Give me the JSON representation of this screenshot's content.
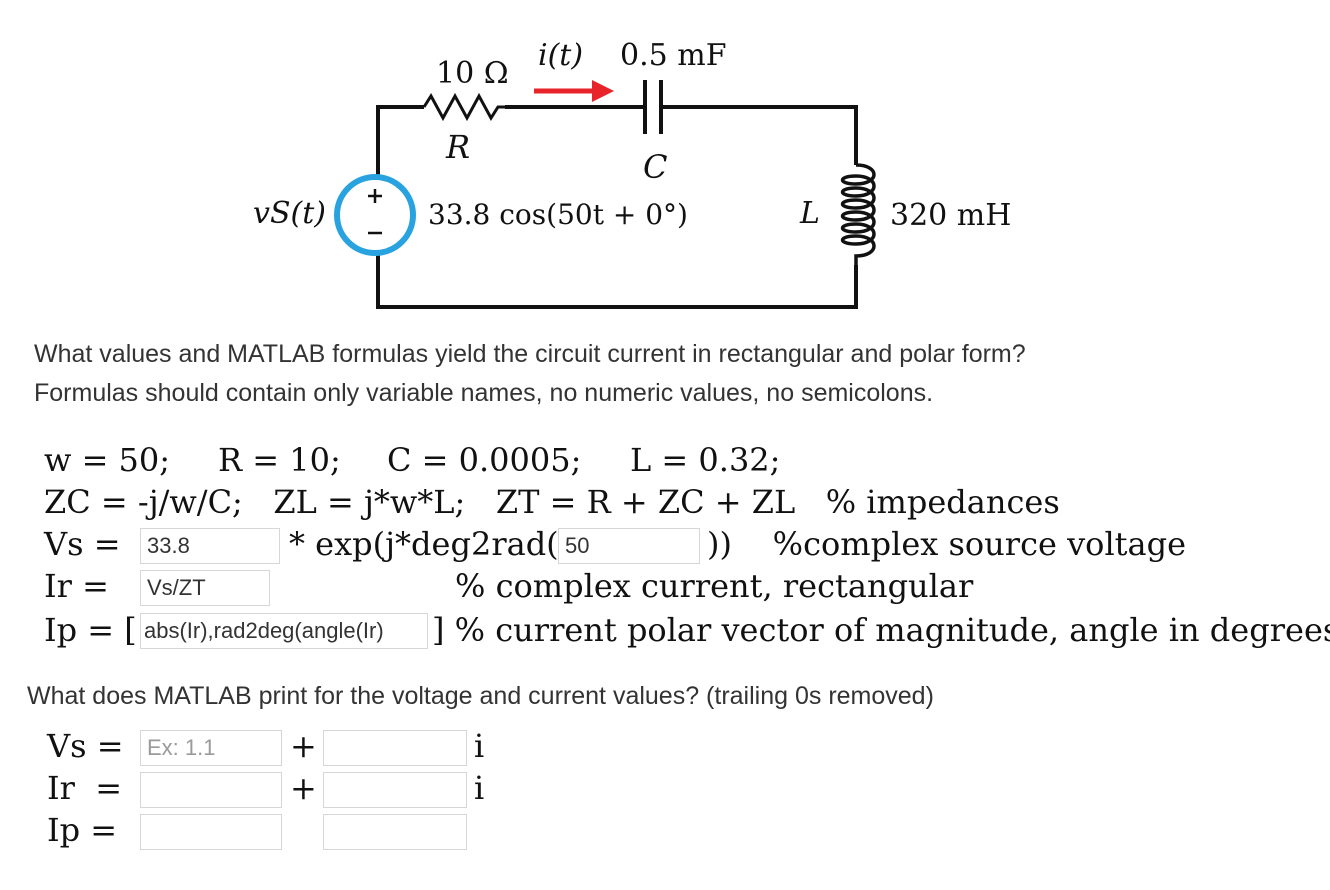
{
  "circuit": {
    "resistor_value": "10 Ω",
    "resistor_label": "R",
    "current_label": "i(t)",
    "capacitor_value": "0.5 mF",
    "capacitor_label": "C",
    "source_label": "vS(t)",
    "source_expression": "33.8 cos(50t + 0°)",
    "inductor_label": "L",
    "inductor_value": "320 mH",
    "arrow_color": "#e8232a",
    "source_color": "#29a3e0"
  },
  "question1": {
    "line1": "What values and MATLAB formulas yield the circuit current in rectangular and polar form?",
    "line2": "Formulas should contain only variable names, no numeric values, no semicolons."
  },
  "code": {
    "w": "w = 50;",
    "R": "R = 10;",
    "C": "C  = 0.0005;",
    "L": "L = 0.32;",
    "line2": "ZC = -j/w/C;   ZL = j*w*L;   ZT = R + ZC + ZL   % impedances",
    "vs_prefix": "Vs =",
    "vs_value": "33.8",
    "vs_mid": "* exp(j*deg2rad(",
    "vs_angle": "50",
    "vs_suffix": "))    %complex source voltage",
    "ir_prefix": "Ir =",
    "ir_value": "Vs/ZT",
    "ir_suffix": "% complex current, rectangular",
    "ip_prefix": "Ip = [",
    "ip_value": "abs(Ir),rad2deg(angle(Ir)",
    "ip_suffix": "] % current polar vector of magnitude, angle in degrees"
  },
  "question2": {
    "text": "What does MATLAB print for the voltage and current values?  (trailing 0s removed)"
  },
  "answers": {
    "vs_label": "Vs =",
    "ir_label": "Ir  =",
    "ip_label": "Ip =",
    "plus": "+",
    "imag": "i",
    "vs_real_placeholder": "Ex: 1.1",
    "vs_real": "",
    "vs_imag": "",
    "ir_real": "",
    "ir_imag": "",
    "ip_mag": "",
    "ip_angle": ""
  }
}
